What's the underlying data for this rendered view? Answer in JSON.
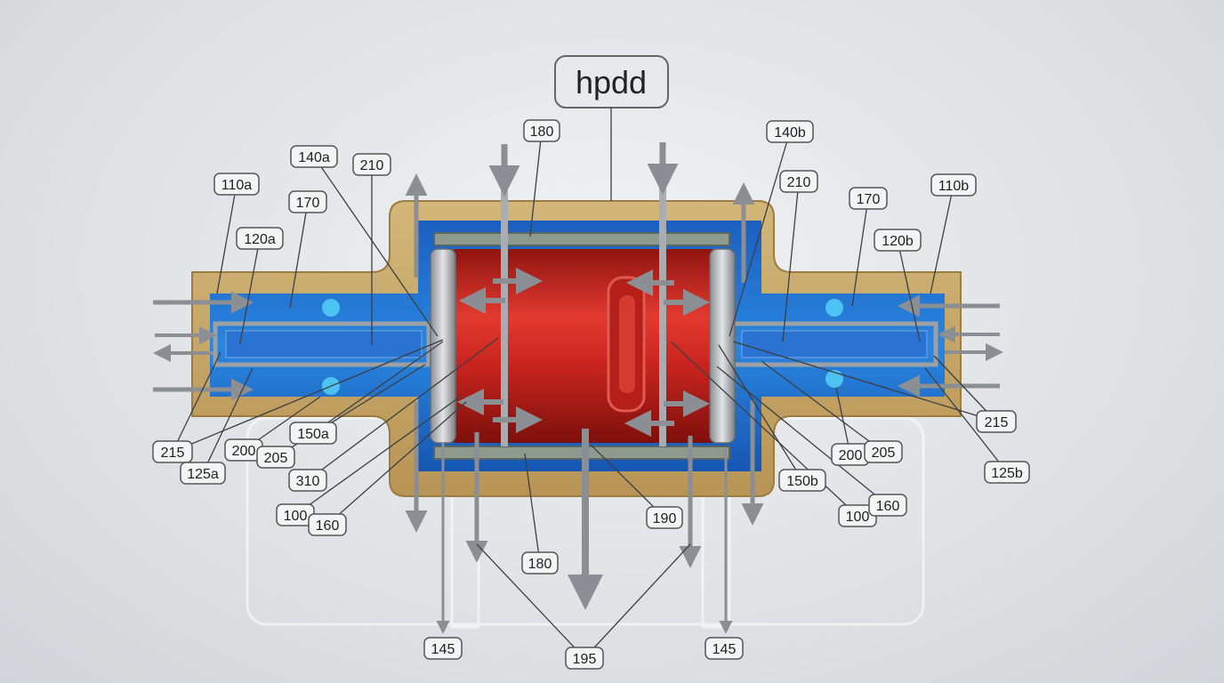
{
  "title": "hpdd",
  "labels": {
    "l110a": "110a",
    "l140a": "140a",
    "l210_left": "210",
    "l170_left": "170",
    "l120a": "120a",
    "l180_top": "180",
    "l140b": "140b",
    "l210_right": "210",
    "l170_right": "170",
    "l110b": "110b",
    "l120b": "120b",
    "l215_left": "215",
    "l125a": "125a",
    "l200_left": "200",
    "l205_left": "205",
    "l150a": "150a",
    "l310": "310",
    "l100_left": "100",
    "l160_left": "160",
    "l180_bottom": "180",
    "l190": "190",
    "l145_left": "145",
    "l195": "195",
    "l145_right": "145",
    "l215_right": "215",
    "l125b": "125b",
    "l200_right": "200",
    "l205_right": "205",
    "l150b": "150b",
    "l100_right": "100",
    "l160_right": "160"
  },
  "colors": {
    "housing": "#c4a66a",
    "fluid": "#1f64c8",
    "chamber": "#c8241e",
    "metal": "#9a9da2"
  }
}
